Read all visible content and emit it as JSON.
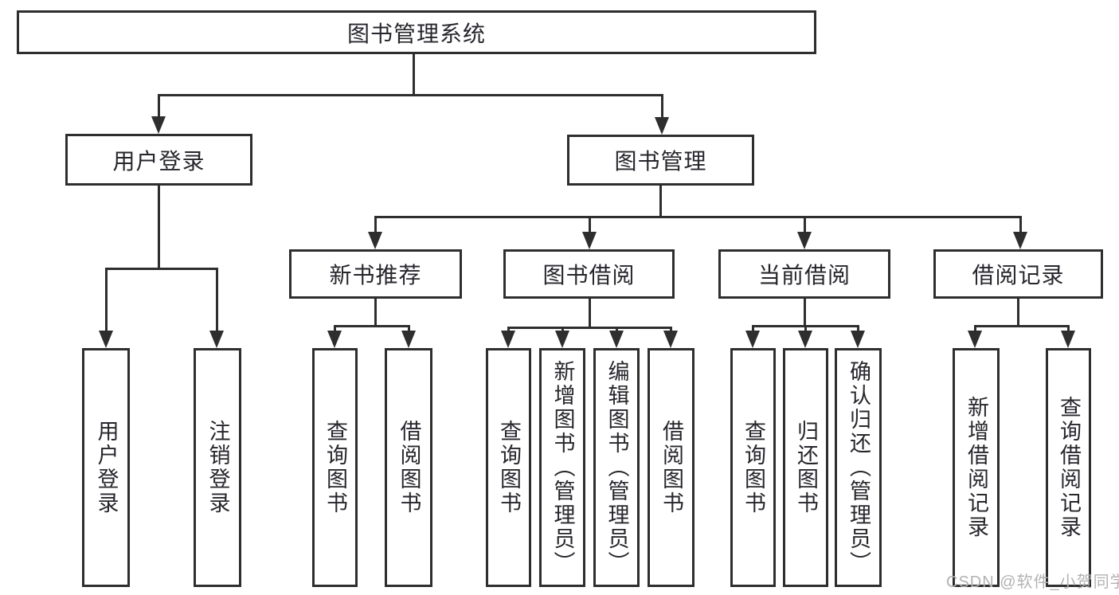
{
  "diagram": {
    "root": {
      "label": "图书管理系统"
    },
    "branches": [
      {
        "label": "用户登录",
        "children": [
          {
            "label": "用户登录"
          },
          {
            "label": "注销登录"
          }
        ]
      },
      {
        "label": "图书管理",
        "children": [
          {
            "label": "新书推荐",
            "children": [
              {
                "label": "查询图书"
              },
              {
                "label": "借阅图书"
              }
            ]
          },
          {
            "label": "图书借阅",
            "children": [
              {
                "label": "查询图书"
              },
              {
                "label": "新增图书（管理员）"
              },
              {
                "label": "编辑图书（管理员）"
              },
              {
                "label": "借阅图书"
              }
            ]
          },
          {
            "label": "当前借阅",
            "children": [
              {
                "label": "查询图书"
              },
              {
                "label": "归还图书"
              },
              {
                "label": "确认归还（管理员）"
              }
            ]
          },
          {
            "label": "借阅记录",
            "children": [
              {
                "label": "新增借阅记录"
              },
              {
                "label": "查询借阅记录"
              }
            ]
          }
        ]
      }
    ]
  },
  "watermark": "CSDN @软件_小贺同学",
  "colors": {
    "line": "#2e2e2e",
    "text": "#26262c",
    "watermark": "#b2b2b2",
    "background": "#ffffff"
  }
}
